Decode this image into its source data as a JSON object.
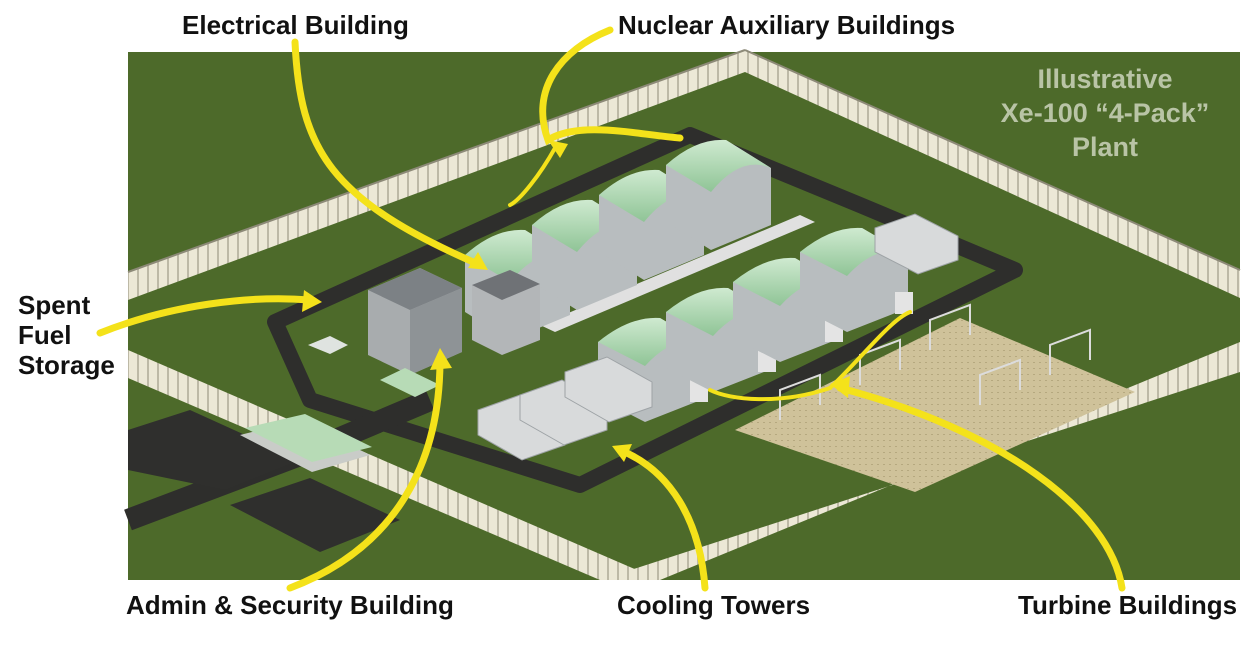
{
  "labels": {
    "electrical": "Electrical Building",
    "nuclear_aux": "Nuclear Auxiliary Buildings",
    "spent_fuel": [
      "Spent",
      "Fuel",
      "Storage"
    ],
    "admin": "Admin & Security Building",
    "cooling": "Cooling Towers",
    "turbine": "Turbine Buildings"
  },
  "illustration_caption": [
    "Illustrative",
    "Xe-100 “4-Pack”",
    "Plant"
  ],
  "colors": {
    "grass": "#4d6a2a",
    "road": "#2e2e2c",
    "fence": "#e8e4d2",
    "pointer": "#f4e21a",
    "roof_green": "#a9d6a8",
    "wall_gray": "#b8bdbf",
    "caption": "#b9c4a6"
  }
}
